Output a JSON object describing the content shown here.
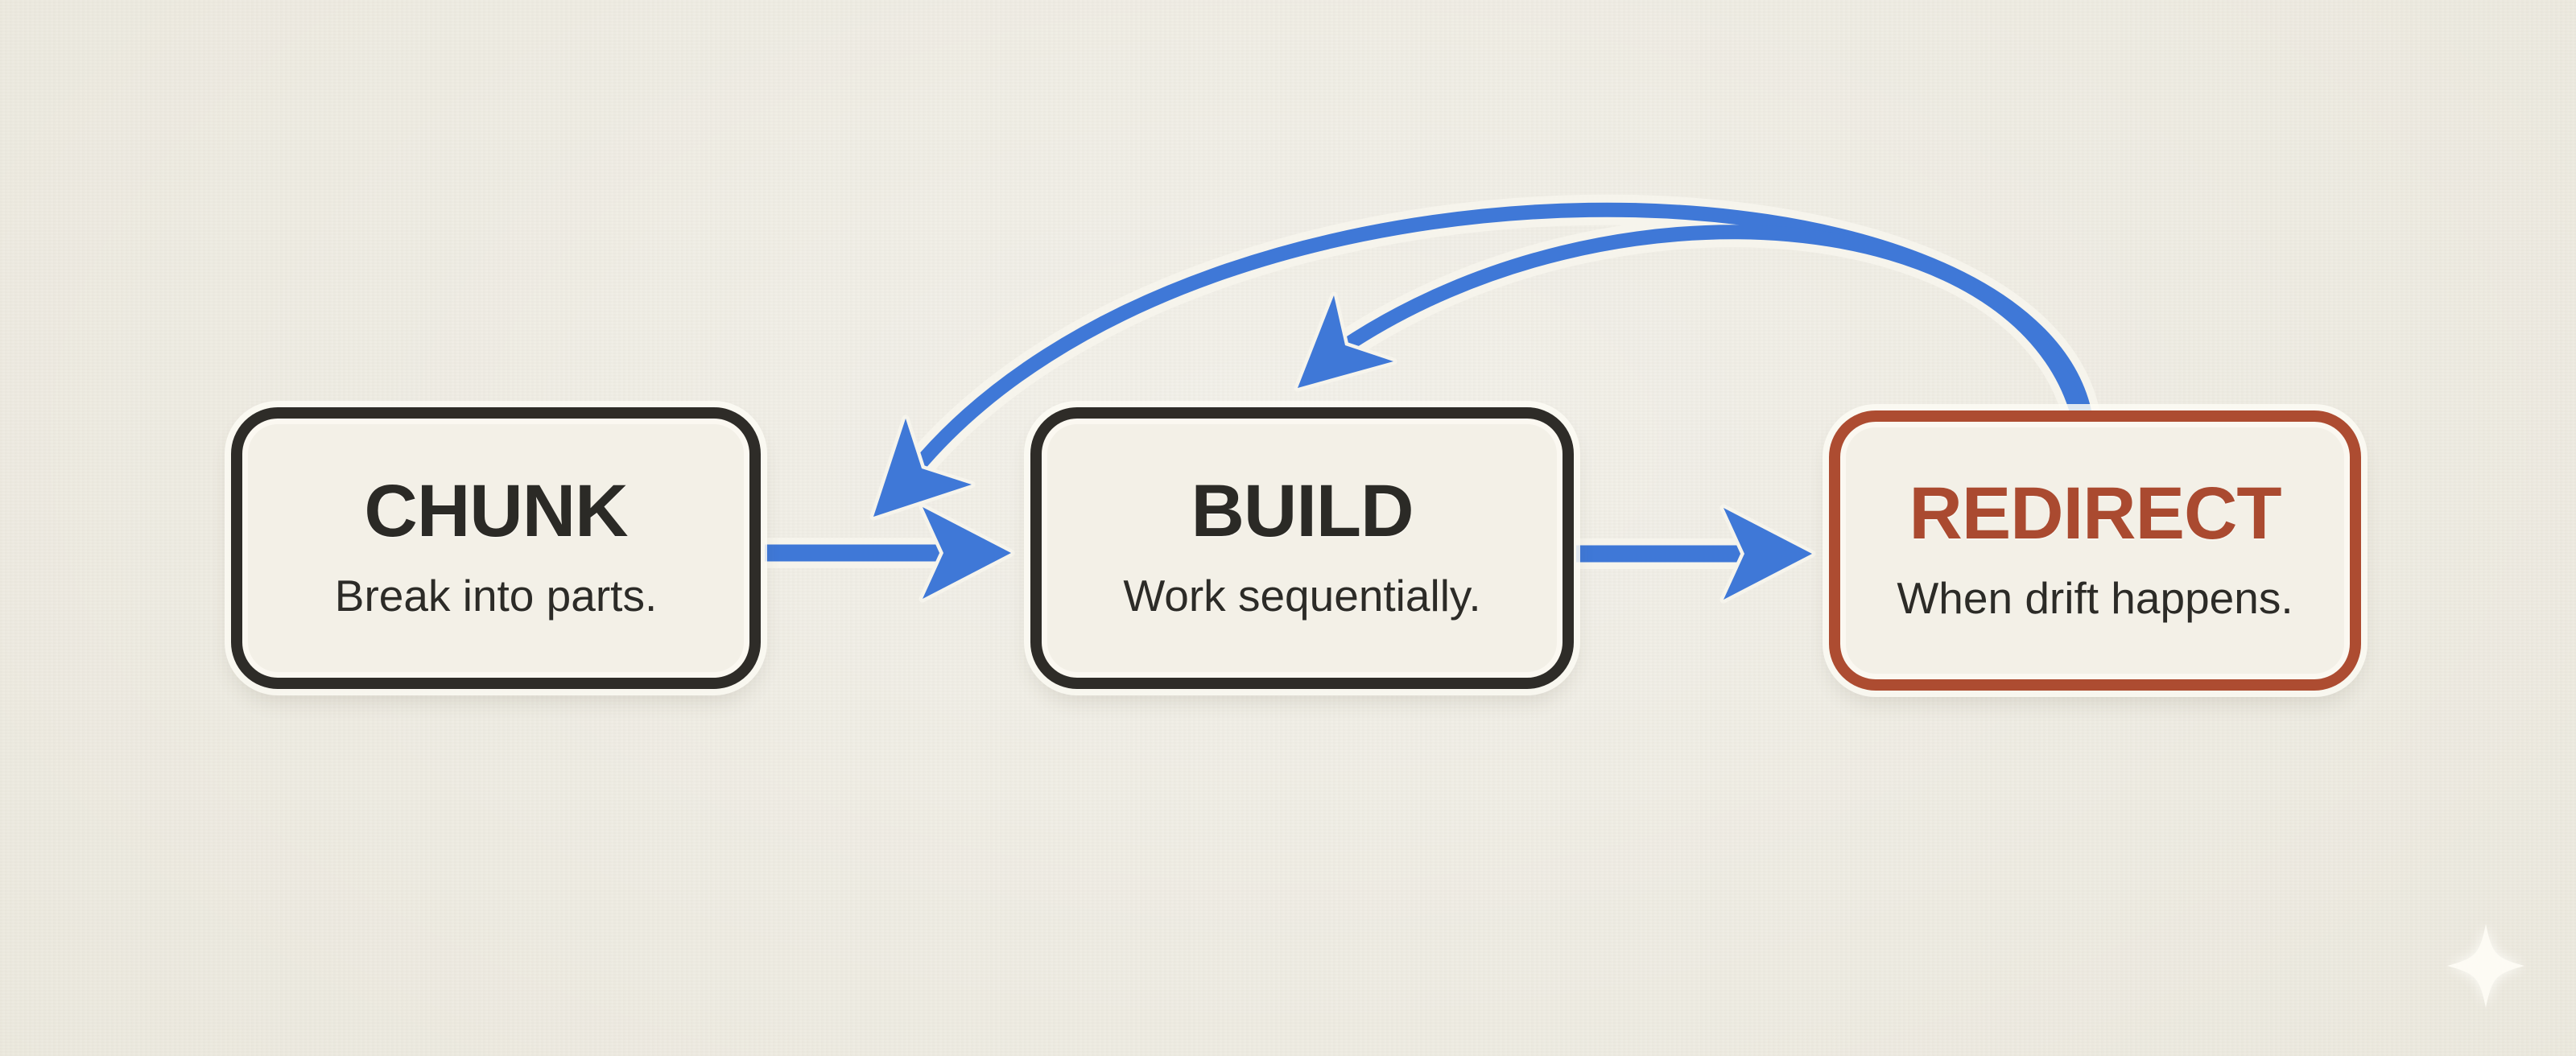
{
  "diagram": {
    "colors": {
      "background": "#ebe8dd",
      "node_fill": "#f3f0e7",
      "ink_dark": "#2e2c28",
      "accent_red": "#ad4c31",
      "accent_red_text": "#aa4a30",
      "arrow_blue": "#3f78d7",
      "halo_white": "#f6f4ec",
      "sparkle_white": "#fdfbf4"
    },
    "nodes": [
      {
        "id": "chunk",
        "title": "CHUNK",
        "subtitle": "Break into parts.",
        "accent": "dark"
      },
      {
        "id": "build",
        "title": "BUILD",
        "subtitle": "Work sequentially.",
        "accent": "dark"
      },
      {
        "id": "redirect",
        "title": "REDIRECT",
        "subtitle": "When drift happens.",
        "accent": "red"
      }
    ],
    "edges": [
      {
        "name": "chunk-to-build",
        "style": "straight-right-arrow"
      },
      {
        "name": "build-to-redirect",
        "style": "straight-right-arrow"
      },
      {
        "name": "redirect-loop-to-chunk-gap",
        "style": "large-arc-down-left-arrow"
      },
      {
        "name": "redirect-loop-to-build",
        "style": "small-arc-down-left-arrow"
      }
    ],
    "decoration": {
      "sparkle": "four-point-star"
    }
  }
}
